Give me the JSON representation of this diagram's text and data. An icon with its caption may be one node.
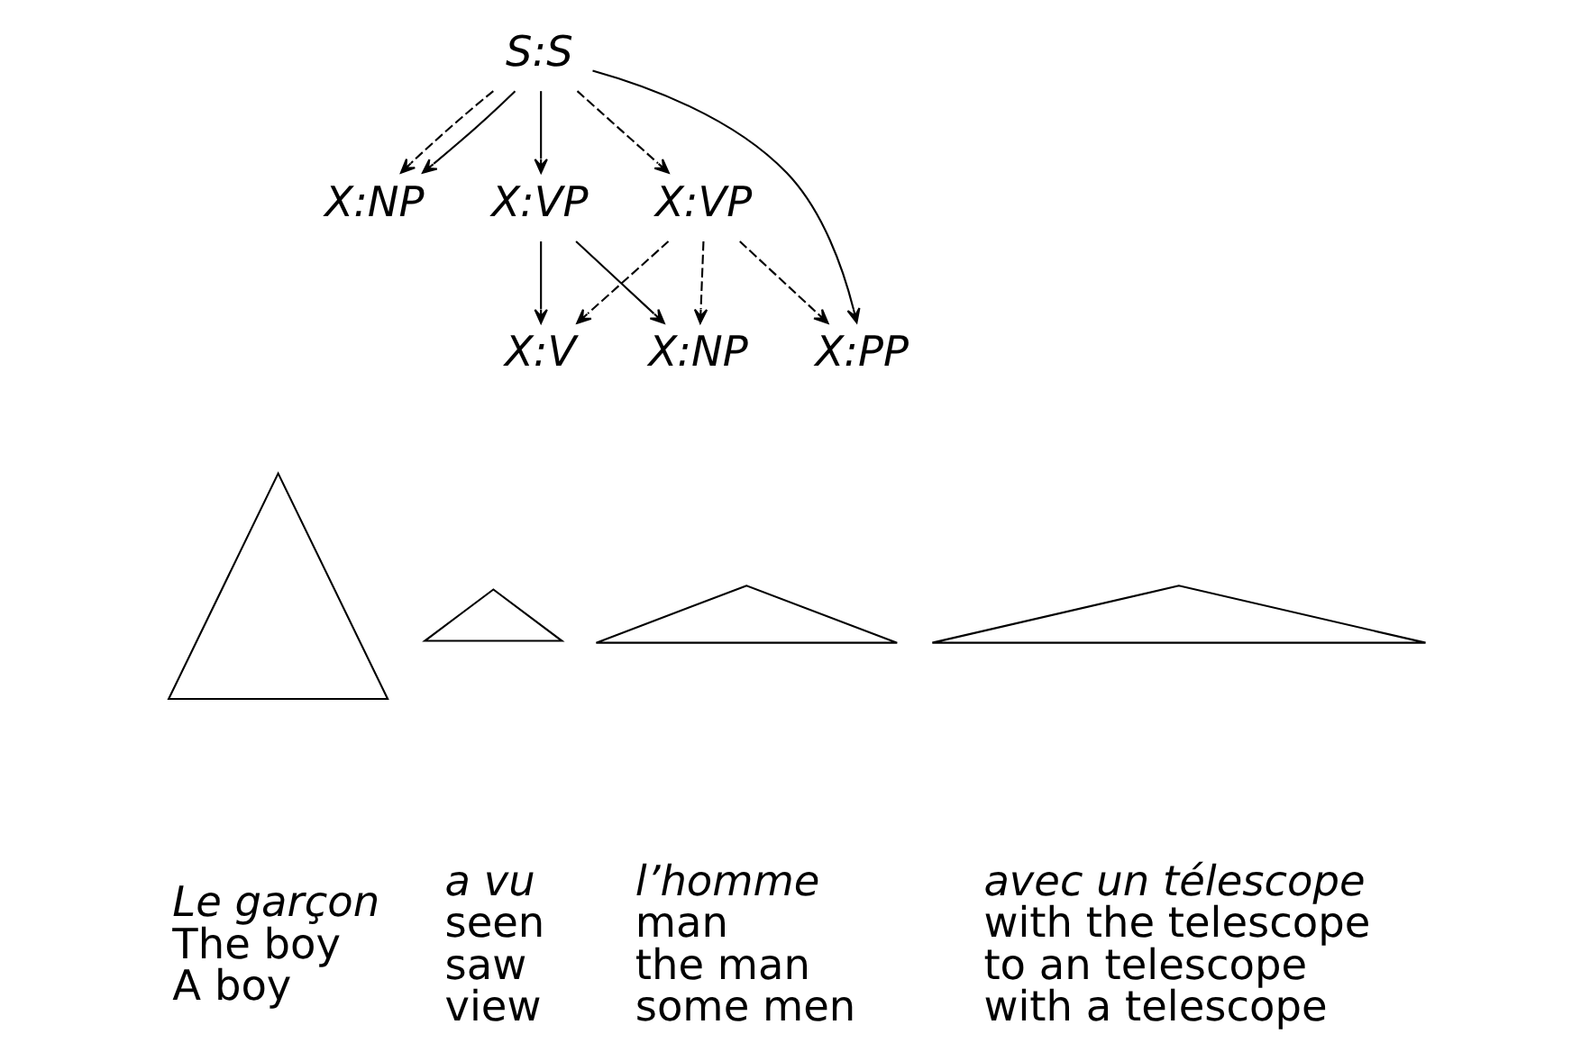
{
  "diagram": {
    "nodes": [
      {
        "text": [
          "S:S"
        ]
      },
      {
        "text": [
          "X:NP"
        ]
      },
      {
        "text": [
          "X:VP"
        ]
      },
      {
        "text": [
          "X:VP"
        ]
      },
      {
        "text": [
          "X:V"
        ]
      },
      {
        "text": [
          "X:NP"
        ]
      },
      {
        "text": [
          "X:PP"
        ]
      },
      {
        "text": [],
        "shape": "triangle",
        "beside": [
          "Le garçon",
          "The boy",
          "A boy"
        ]
      },
      {
        "text": [],
        "shape": "triangle",
        "beside": [
          "a vu",
          "seen",
          "saw",
          "view"
        ]
      },
      {
        "text": [],
        "shape": "triangle",
        "beside": [
          "l’homme",
          "man",
          "the man",
          "some men"
        ]
      },
      {
        "text": [],
        "shape": "triangle",
        "beside": [
          "avec un télescope",
          "with the telescope",
          "to an telescope",
          "with a telescope"
        ]
      }
    ],
    "edges": [
      {
        "from": 0,
        "to": 1,
        "arrow": "to",
        "style": "dashed"
      },
      {
        "from": 0,
        "to": 1,
        "arrow": "to"
      },
      {
        "from": 0,
        "to": 2,
        "arrow": "to"
      },
      {
        "from": 0,
        "to": 3,
        "arrow": "to",
        "style": "dashed"
      },
      {
        "from": 0,
        "to": 6,
        "arrow": "to"
      },
      {
        "from": 2,
        "to": 4,
        "arrow": "to"
      },
      {
        "from": 2,
        "to": 5,
        "arrow": "to"
      },
      {
        "from": 3,
        "to": 4,
        "arrow": "to",
        "style": "dashed"
      },
      {
        "from": 3,
        "to": 5,
        "arrow": "to",
        "style": "dashed"
      },
      {
        "from": 3,
        "to": 6,
        "arrow": "to",
        "style": "dashed"
      }
    ]
  }
}
